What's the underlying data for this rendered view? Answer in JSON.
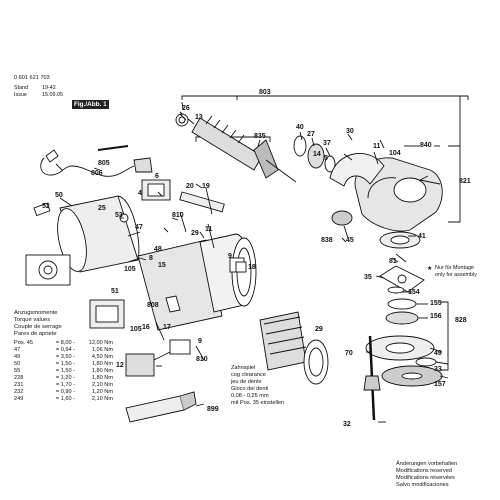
{
  "header": {
    "part_number": "0 601 621 703",
    "stand_label": "Stand",
    "stand_value": "19-42",
    "issue_label": "Issue",
    "issue_value": "15.09.05",
    "figure_label": "Fig./Abb. 1"
  },
  "torque": {
    "headings": [
      "Anzugsmomente",
      "Torque values",
      "Couple de serrage",
      "Pares de apriete"
    ],
    "rows": [
      {
        "pos": "Pos. 45",
        "val": "= 8,00 -",
        "nm": "12,00 Nm"
      },
      {
        "pos": "47",
        "val": "= 0,94 -",
        "nm": "1,06 Nm"
      },
      {
        "pos": "49",
        "val": "= 3,50 -",
        "nm": "4,50 Nm"
      },
      {
        "pos": "50",
        "val": "= 1,50 -",
        "nm": "1,80 Nm"
      },
      {
        "pos": "55",
        "val": "= 1,50 -",
        "nm": "1,80 Nm"
      },
      {
        "pos": "228",
        "val": "= 1,20 -",
        "nm": "1,80 Nm"
      },
      {
        "pos": "231",
        "val": "= 1,70 -",
        "nm": "2,10 Nm"
      },
      {
        "pos": "232",
        "val": "= 0,90 -",
        "nm": "1,20 Nm"
      },
      {
        "pos": "249",
        "val": "= 1,60 -",
        "nm": "2,10 Nm"
      }
    ]
  },
  "zahnspiel": {
    "lines": [
      "Zahnspiel",
      "cog clearance",
      "jeu de dents",
      "Gioco dei denti",
      "0,08 - 0,25 mm",
      "mit Pos. 35 einstellen"
    ]
  },
  "assembly_note": {
    "mark": "★",
    "lines": [
      "Nur für Montage",
      "only for assembly"
    ]
  },
  "footer_note": {
    "lines": [
      "Änderungen vorbehalten",
      "Modifications reserved",
      "Modifications réservées",
      "Salvo modificaciones"
    ]
  },
  "part_labels": [
    "803",
    "26",
    "13",
    "835",
    "40",
    "27",
    "37",
    "30",
    "11",
    "104",
    "840",
    "14",
    "5",
    "805",
    "806",
    "50",
    "52",
    "4",
    "25",
    "53",
    "105",
    "6",
    "20",
    "19",
    "810",
    "47",
    "29",
    "11",
    "48",
    "8",
    "15",
    "838",
    "45",
    "41",
    "821",
    "81",
    "35",
    "154",
    "155",
    "156",
    "828",
    "51",
    "9",
    "18",
    "808",
    "105",
    "16",
    "17",
    "9",
    "810",
    "29",
    "70",
    "12",
    "899",
    "32",
    "49",
    "33",
    "157"
  ]
}
